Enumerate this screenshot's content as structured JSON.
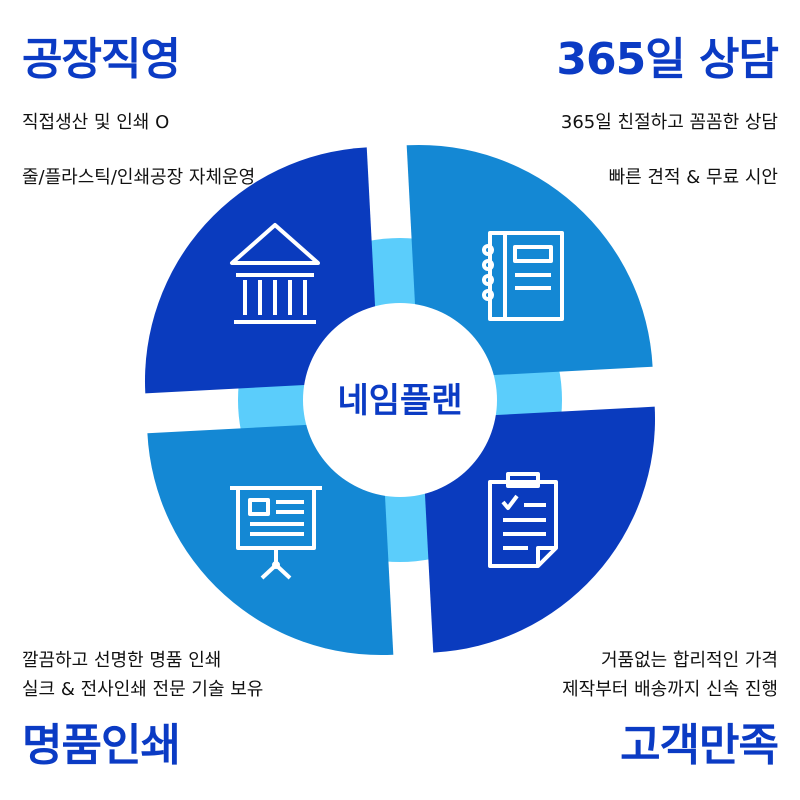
{
  "center_label": "네임플랜",
  "colors": {
    "dark_blue": "#0a3bbe",
    "mid_blue": "#1488d4",
    "light_ring": "#5bcdfb",
    "title_blue": "#0b3bc4"
  },
  "quadrants": {
    "top_left": {
      "title": "공장직영",
      "lines": [
        "직접생산 및 인쇄 O",
        "줄/플라스틱/인쇄공장 자체운영"
      ],
      "icon": "bank-building-icon"
    },
    "top_right": {
      "title": "365일 상담",
      "lines": [
        "365일 친절하고 꼼꼼한 상담",
        "빠른 견적 & 무료 시안"
      ],
      "icon": "notebook-icon"
    },
    "bottom_left": {
      "title": "명품인쇄",
      "lines": [
        "깔끔하고 선명한 명품 인쇄",
        "실크 & 전사인쇄 전문 기술 보유"
      ],
      "icon": "presentation-board-icon"
    },
    "bottom_right": {
      "title": "고객만족",
      "lines": [
        "거품없는 합리적인 가격",
        "제작부터 배송까지 신속 진행"
      ],
      "icon": "clipboard-checklist-icon"
    }
  }
}
